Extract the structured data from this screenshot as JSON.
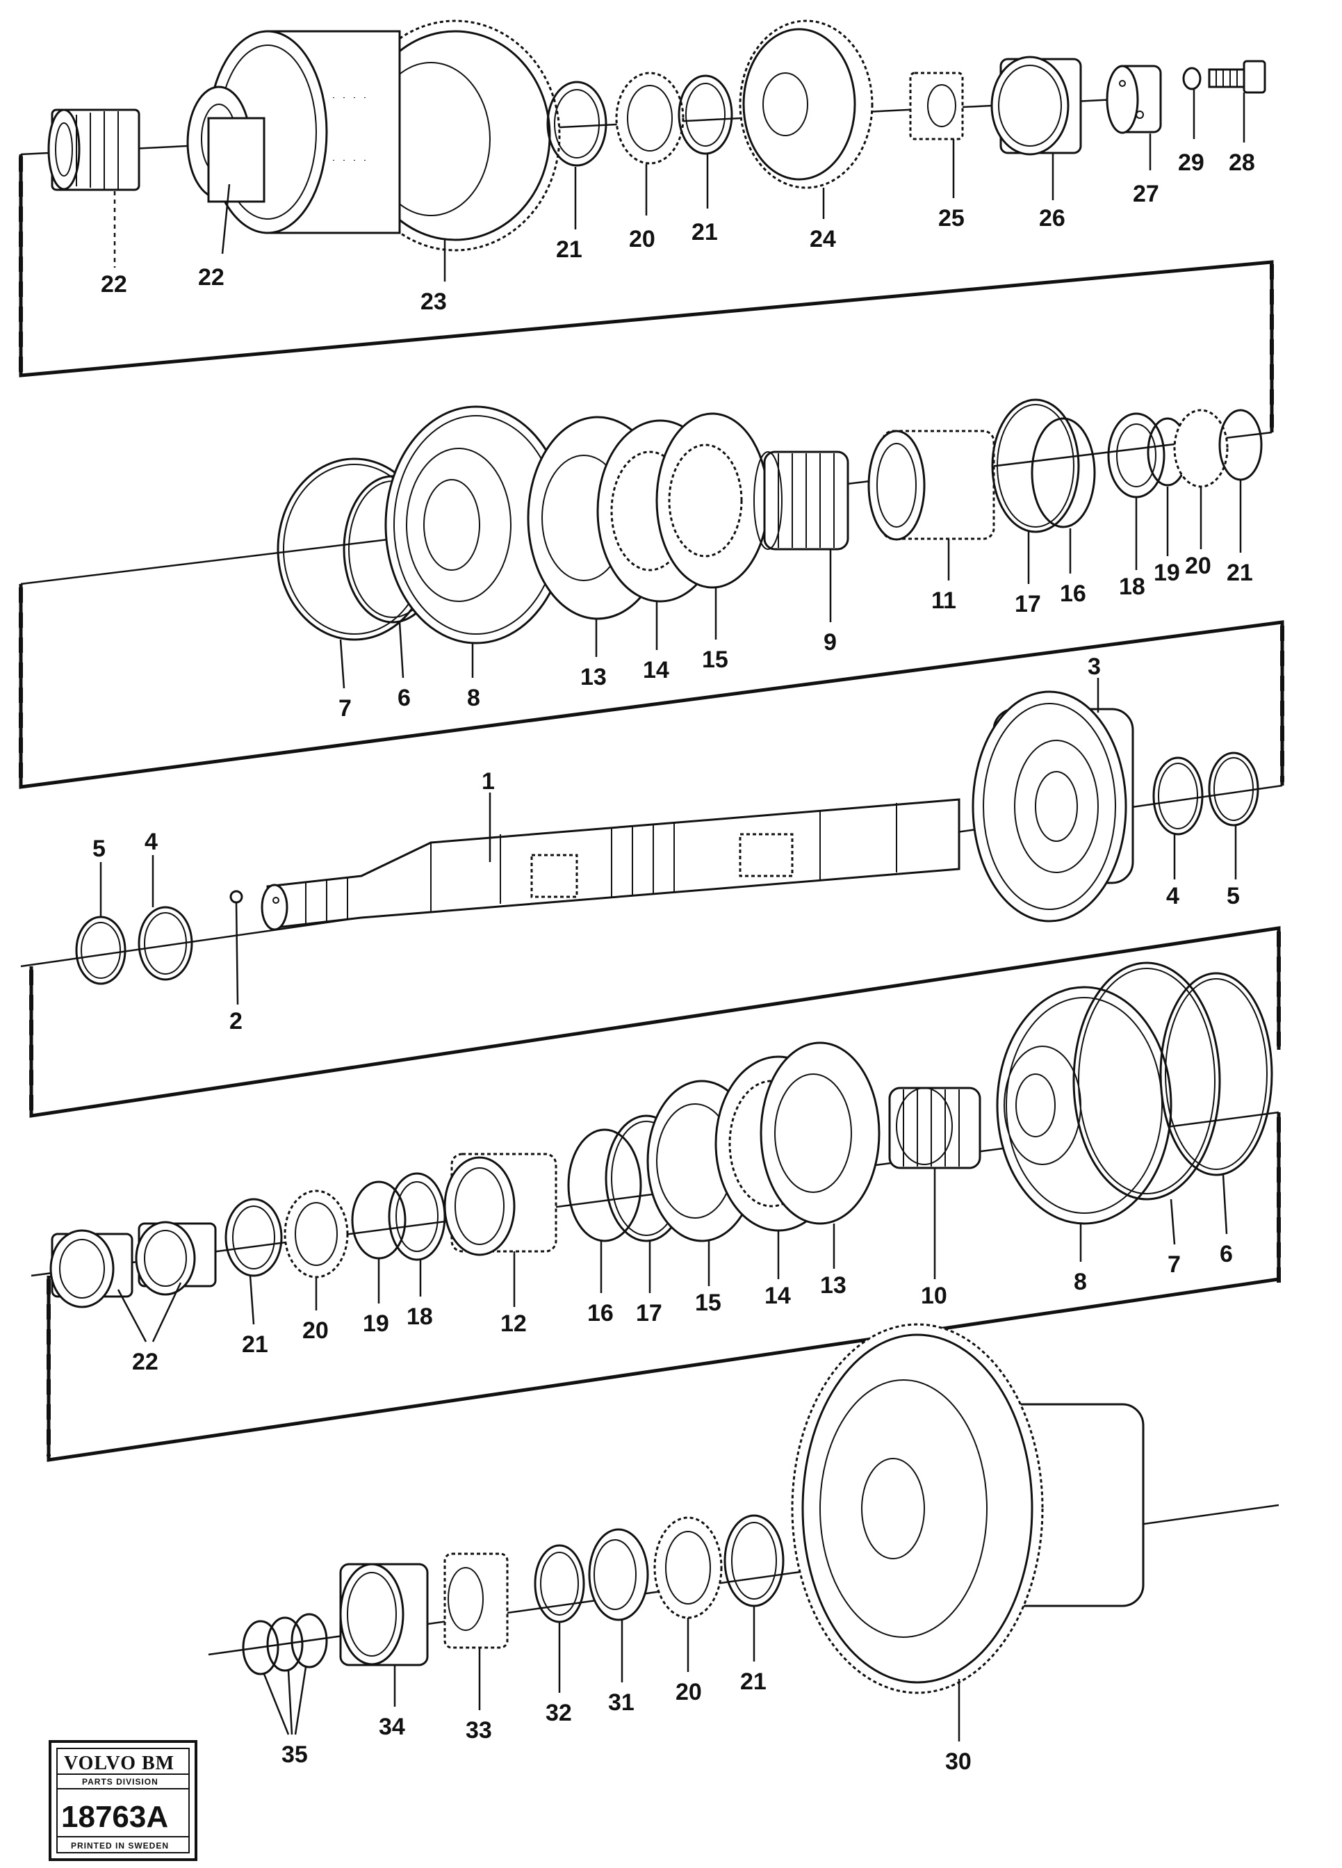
{
  "callouts": {
    "c22a": "22",
    "c22b": "22",
    "c23": "23",
    "c21a": "21",
    "c20a": "20",
    "c21b": "21",
    "c24": "24",
    "c25": "25",
    "c26": "26",
    "c27": "27",
    "c29": "29",
    "c28": "28",
    "c7a": "7",
    "c6a": "6",
    "c8a": "8",
    "c13a": "13",
    "c14a": "14",
    "c15a": "15",
    "c9": "9",
    "c11": "11",
    "c17a": "17",
    "c16a": "16",
    "c18a": "18",
    "c19a": "19",
    "c20b": "20",
    "c21c": "21",
    "c3": "3",
    "c1": "1",
    "c5a": "5",
    "c4a": "4",
    "c2": "2",
    "c4b": "4",
    "c5b": "5",
    "c22c": "22",
    "c21d": "21",
    "c20c": "20",
    "c19b": "19",
    "c18b": "18",
    "c12": "12",
    "c16b": "16",
    "c17b": "17",
    "c15b": "15",
    "c14b": "14",
    "c13b": "13",
    "c10": "10",
    "c8b": "8",
    "c7b": "7",
    "c6b": "6",
    "c35": "35",
    "c34": "34",
    "c33": "33",
    "c32": "32",
    "c31": "31",
    "c20d": "20",
    "c21e": "21",
    "c30": "30"
  },
  "badge": {
    "brand": "VOLVO BM",
    "division": "PARTS DIVISION",
    "number": "18763A",
    "printed": "PRINTED IN SWEDEN"
  }
}
